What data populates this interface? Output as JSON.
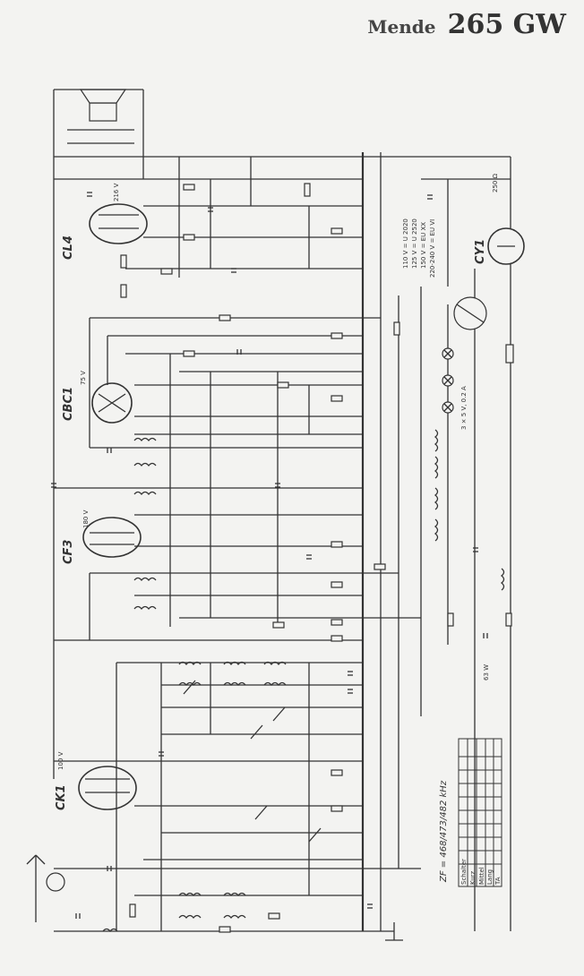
{
  "title": {
    "brand": "Mende",
    "model": "265 GW"
  },
  "tubes": [
    "CL4",
    "CBC1",
    "CF3",
    "CK1",
    "CY1"
  ],
  "voltage_table": [
    "110 V = U 2020",
    "125 V = U 2520",
    "150 V = EU XX",
    "220-240 V = EU VI"
  ],
  "zf_label": "ZF = 468/473/482 kHz",
  "schalter_table": {
    "rows": [
      "Schalter",
      "Kurz",
      "Mittel",
      "Lang",
      "TA"
    ]
  },
  "labels": {
    "cl4_v": "216 V",
    "cbc1_v": "75 V",
    "cf3_v": "180 V",
    "ck1_v": "100 V",
    "fuse": "250 Ω",
    "tape": "3 × 5 V, 0.2 A",
    "uc": "63 W"
  }
}
